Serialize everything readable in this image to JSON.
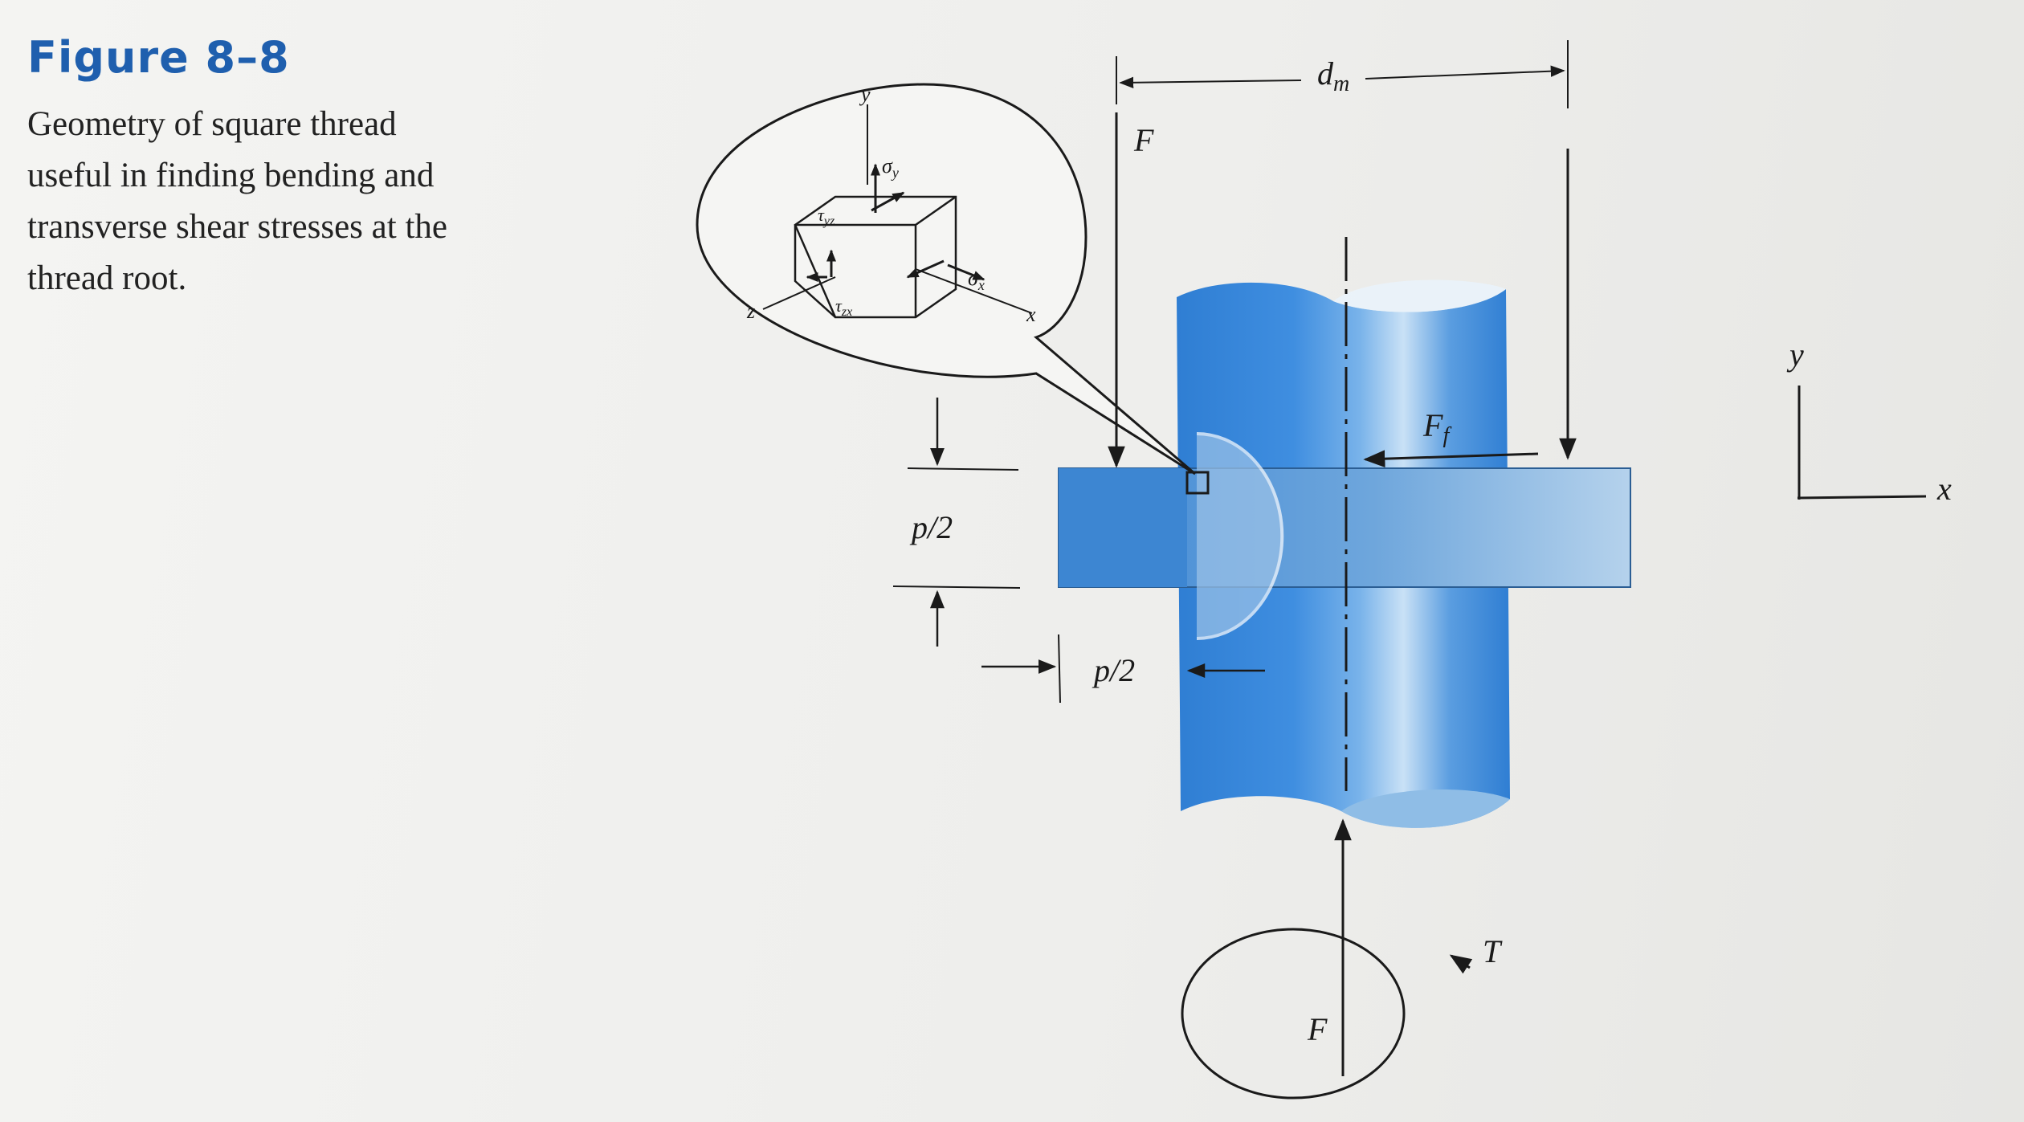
{
  "figure": {
    "label": "Figure 8–8",
    "caption_lines": [
      "Geometry of square thread",
      "useful in finding bending and",
      "transverse shear stresses at the",
      "thread root."
    ]
  },
  "diagram": {
    "labels": {
      "force_top": "F",
      "force_bottom": "F",
      "mean_diameter": "d",
      "mean_diameter_sub": "m",
      "friction_force": "F",
      "friction_sub": "f",
      "pitch_vertical": "p/2",
      "pitch_horizontal": "p/2",
      "torque": "T",
      "axis_y": "y",
      "axis_x": "x",
      "inset_y": "y",
      "inset_x": "x",
      "inset_z": "z",
      "sigma_y": "σ",
      "sigma_y_sub": "y",
      "sigma_x": "σ",
      "sigma_x_sub": "x",
      "tau_yz": "τ",
      "tau_yz_sub": "yz",
      "tau_zx": "τ",
      "tau_zx_sub": "zx"
    },
    "colors": {
      "cylinder_blue": "#3e8ad8",
      "thread_blue": "#4f93d6",
      "thread_light": "#a9c9e6",
      "line": "#1a1a1a"
    }
  }
}
